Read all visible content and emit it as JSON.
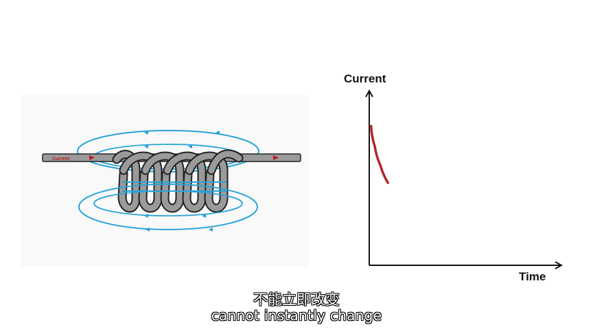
{
  "coil_diagram": {
    "wire_label": "Current",
    "colors": {
      "wire": "#9a9a9a",
      "wire_outline": "#222222",
      "field_lines": "#2aa3d8",
      "current_arrow": "#b71c1c"
    }
  },
  "chart_data": {
    "type": "line",
    "xlabel": "Time",
    "ylabel": "Current",
    "xlim": [
      0,
      10
    ],
    "ylim": [
      0,
      10
    ],
    "grid": false,
    "series": [
      {
        "color": "#b3242b",
        "x": [
          0.1,
          0.3,
          0.6,
          1.0
        ],
        "y": [
          8.1,
          6.9,
          5.8,
          4.8
        ]
      }
    ]
  },
  "subtitles": {
    "chinese": "不能立即改变",
    "english": "cannot instantly change"
  }
}
